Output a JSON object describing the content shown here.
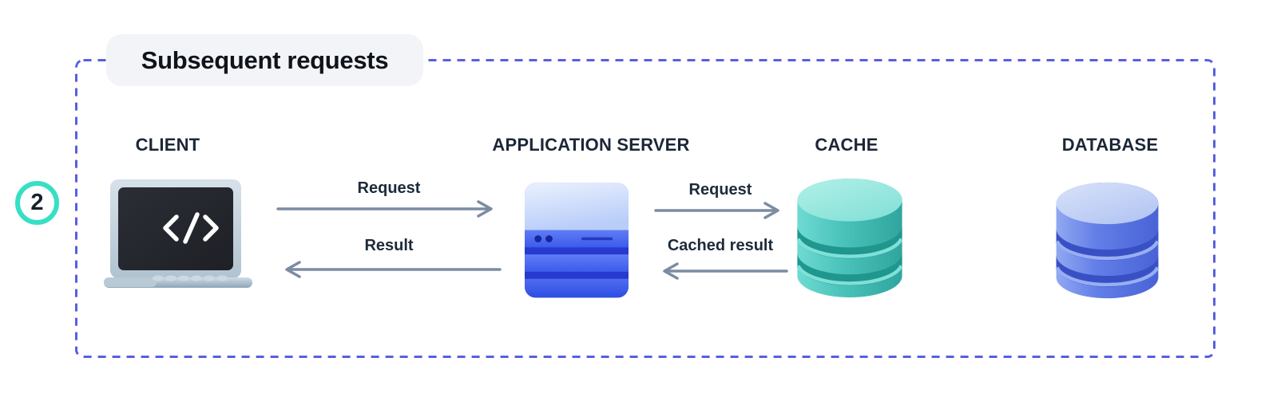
{
  "title": "Subsequent requests",
  "badge": {
    "number": "2"
  },
  "nodes": [
    {
      "id": "client",
      "label": "CLIENT",
      "icon": "laptop-code-icon"
    },
    {
      "id": "application-server",
      "label": "APPLICATION SERVER",
      "icon": "server-icon"
    },
    {
      "id": "cache",
      "label": "CACHE",
      "icon": "cache-cylinder-icon"
    },
    {
      "id": "database",
      "label": "DATABASE",
      "icon": "database-cylinder-icon"
    }
  ],
  "flows": [
    {
      "from": "client",
      "to": "application-server",
      "label": "Request",
      "direction": "right"
    },
    {
      "from": "application-server",
      "to": "client",
      "label": "Result",
      "direction": "left"
    },
    {
      "from": "application-server",
      "to": "cache",
      "label": "Request",
      "direction": "right"
    },
    {
      "from": "cache",
      "to": "application-server",
      "label": "Cached result",
      "direction": "left"
    }
  ],
  "colors": {
    "dashed_border": "#5560dd",
    "badge_ring": "#36dfc6",
    "arrow": "#7b8ca3",
    "label_text": "#1b2737",
    "title_pill_bg": "#f3f4f7",
    "server_blue": "#3f5eea",
    "cache_teal": "#46bfb7",
    "database_blue": "#5b77e6",
    "laptop_frame": "#c3d2dd",
    "screen_dark": "#25272d"
  }
}
